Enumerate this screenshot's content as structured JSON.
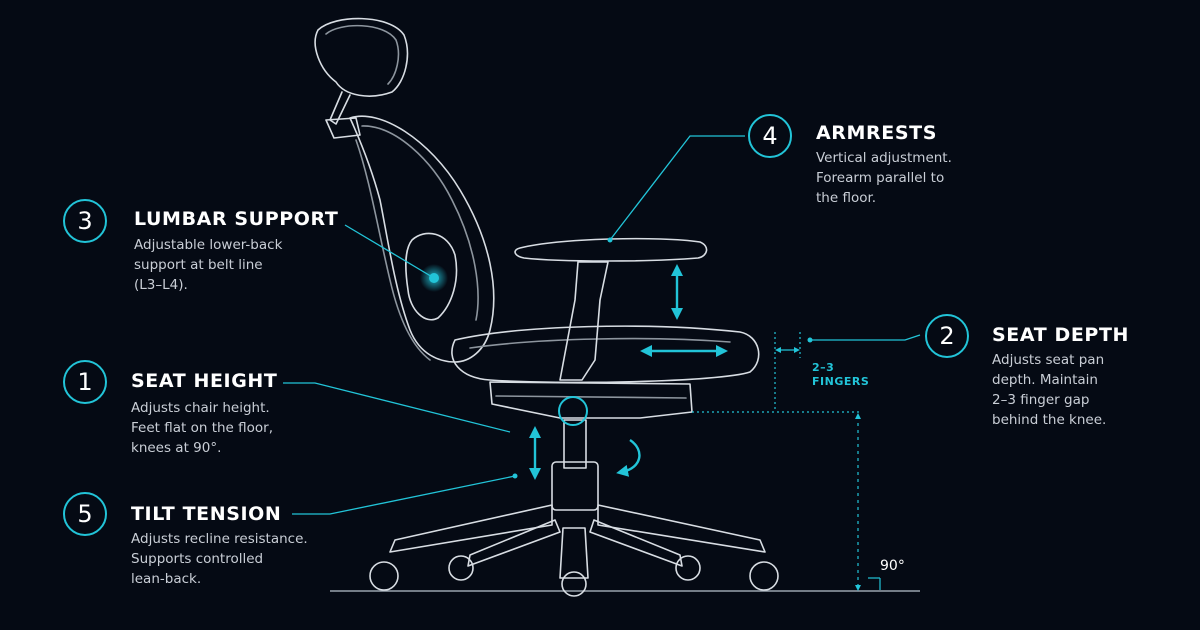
{
  "accent_color": "#22c4d8",
  "background_color": "#050a14",
  "callouts": {
    "seat_height": {
      "number": "1",
      "title": "SEAT HEIGHT",
      "lines": [
        "Adjusts chair height.",
        "Feet flat on the floor,",
        "knees at 90°."
      ]
    },
    "seat_depth": {
      "number": "2",
      "title": "SEAT DEPTH",
      "lines": [
        "Adjusts seat pan",
        "depth. Maintain",
        "2–3 finger gap",
        "behind the knee."
      ]
    },
    "lumbar_support": {
      "number": "3",
      "title": "LUMBAR SUPPORT",
      "lines": [
        "Adjustable lower-back",
        "support at belt line",
        "(L3–L4)."
      ]
    },
    "armrests": {
      "number": "4",
      "title": "ARMRESTS",
      "lines": [
        "Vertical adjustment.",
        "Forearm parallel to",
        "the floor."
      ]
    },
    "tilt_tension": {
      "number": "5",
      "title": "TILT TENSION",
      "lines": [
        "Adjusts recline resistance.",
        "Supports controlled",
        "lean-back."
      ]
    }
  },
  "gap_label": [
    "2–3",
    "FINGERS"
  ],
  "angle_label": "90°"
}
